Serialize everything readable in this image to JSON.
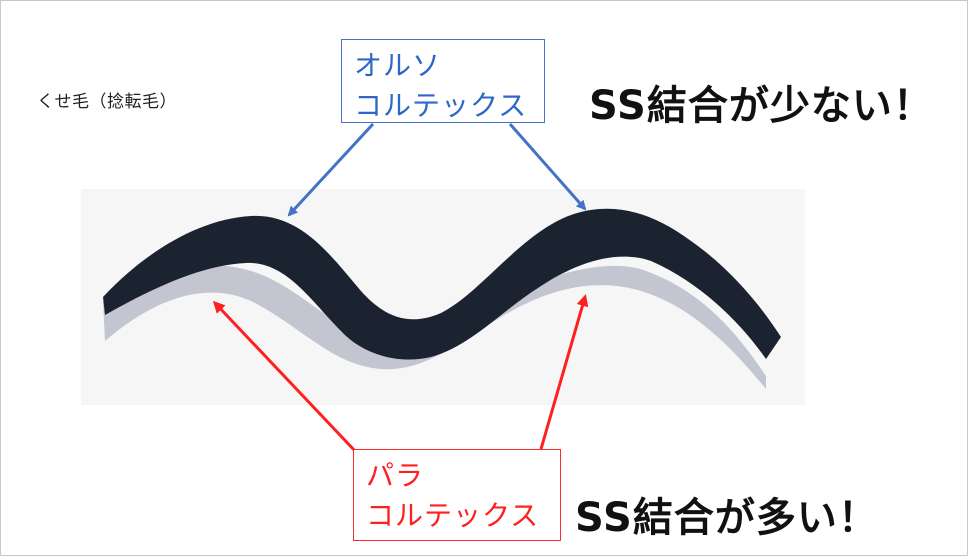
{
  "title": "くせ毛（捻転毛）",
  "ortho_label": {
    "line1": "オルソ",
    "line2": "コルテックス"
  },
  "para_label": {
    "line1": "パラ",
    "line2": "コルテックス"
  },
  "statement_ortho": "SS結合が少ない！",
  "statement_para": "SS結合が多い！",
  "colors": {
    "ortho_arrow": "#4472c4",
    "para_arrow": "#ff1f1f",
    "cortex_dark": "#1b2330",
    "cortex_light": "#c3c6d0"
  }
}
